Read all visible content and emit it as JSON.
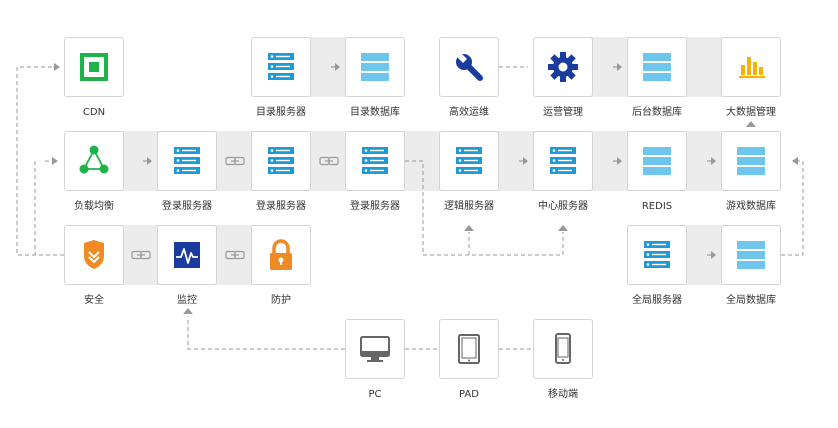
{
  "colors": {
    "accent_blue": "#1e9ad6",
    "light_blue": "#6ec6ec",
    "green": "#1fb24a",
    "orange": "#f08a24",
    "indigo": "#1a3c9e",
    "yellow": "#f6b400",
    "gray_icon": "#666666",
    "band": "#ececec",
    "connector": "#999999"
  },
  "nodes": {
    "cdn": {
      "label": "CDN",
      "icon": "cdn-icon"
    },
    "catalog_server": {
      "label": "目录服务器",
      "icon": "server-icon"
    },
    "catalog_db": {
      "label": "目录数据库",
      "icon": "database-icon"
    },
    "efficient_ops": {
      "label": "高效运维",
      "icon": "wrench-icon"
    },
    "ops_management": {
      "label": "运营管理",
      "icon": "gear-icon"
    },
    "backend_db": {
      "label": "后台数据库",
      "icon": "database-icon"
    },
    "bigdata_management": {
      "label": "大数据管理",
      "icon": "bar-chart-icon"
    },
    "load_balancing": {
      "label": "负载均衡",
      "icon": "network-icon"
    },
    "login_server_1": {
      "label": "登录服务器",
      "icon": "server-icon"
    },
    "login_server_2": {
      "label": "登录服务器",
      "icon": "server-icon"
    },
    "login_server_3": {
      "label": "登录服务器",
      "icon": "server-icon"
    },
    "logic_server": {
      "label": "逻辑服务器",
      "icon": "server-icon"
    },
    "center_server": {
      "label": "中心服务器",
      "icon": "server-icon"
    },
    "redis": {
      "label": "REDIS",
      "icon": "database-icon"
    },
    "game_db": {
      "label": "游戏数据库",
      "icon": "database-icon"
    },
    "security": {
      "label": "安全",
      "icon": "shield-icon"
    },
    "monitoring": {
      "label": "监控",
      "icon": "monitor-pulse-icon"
    },
    "protection": {
      "label": "防护",
      "icon": "lock-icon"
    },
    "global_server": {
      "label": "全局服务器",
      "icon": "server-icon"
    },
    "global_db": {
      "label": "全局数据库",
      "icon": "database-icon"
    },
    "pc": {
      "label": "PC",
      "icon": "desktop-icon"
    },
    "pad": {
      "label": "PAD",
      "icon": "tablet-icon"
    },
    "mobile": {
      "label": "移动端",
      "icon": "phone-icon"
    }
  }
}
